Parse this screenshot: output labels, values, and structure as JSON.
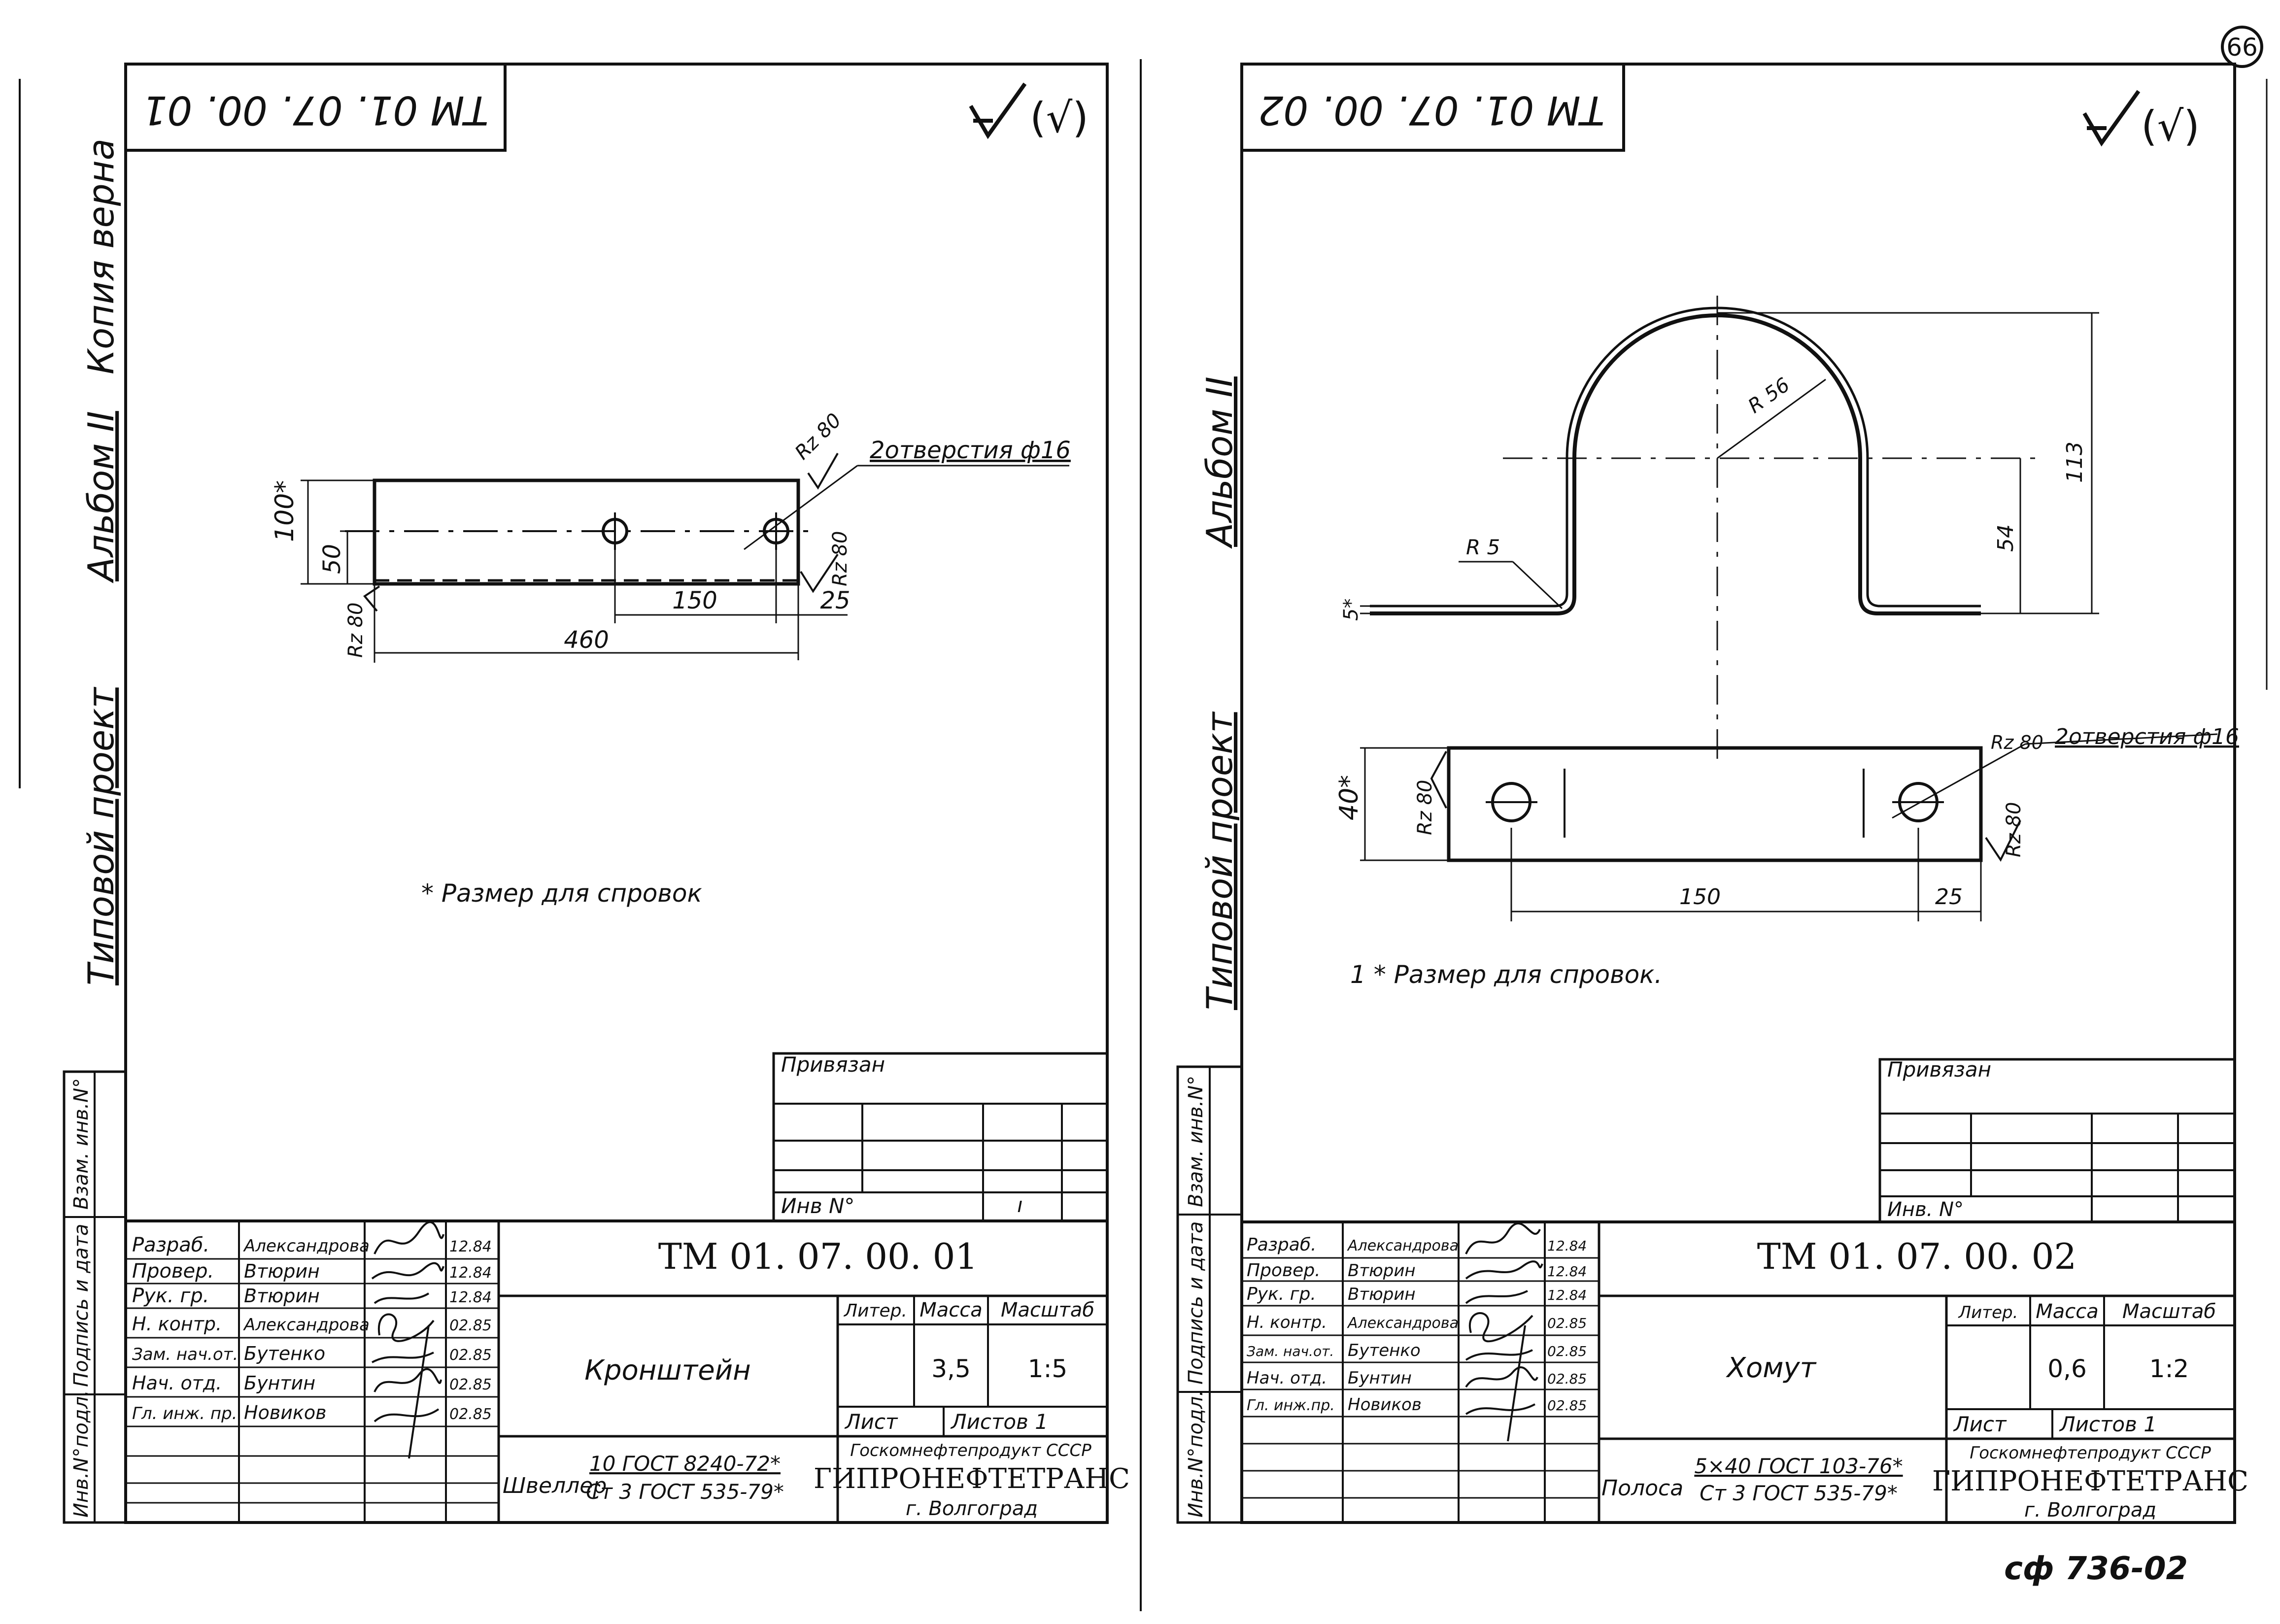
{
  "page_number": "66",
  "album_label": "Альбом II",
  "project_label": "Типовой проект",
  "copy_note": "Копия верна",
  "footer_code": "сф 736-02",
  "side_stamp": {
    "inv_no": "Инв.N°подл.",
    "sign_date": "Подпись и дата",
    "replace_inv": "Взам. инв.N°"
  },
  "sheets": [
    {
      "corner_code": "ТМ 01. 07. 00. 01",
      "roughness": "(√)",
      "drawing": {
        "dim_100": "100*",
        "dim_50": "50",
        "dim_150": "150",
        "dim_25": "25",
        "dim_460": "460",
        "rz_top": "Rz 80",
        "rz_right": "Rz 80",
        "rz_left": "Rz 80",
        "holes_note": "2отверстия ф16"
      },
      "footnote": "* Размер для спровок",
      "title_block": {
        "privyazan": "Привязан",
        "inv_no": "Инв N°",
        "inv_mark": "ı",
        "designation": "ТМ 01. 07. 00. 01",
        "roles": [
          {
            "role": "Разраб.",
            "name": "Александрова",
            "date": "12.84"
          },
          {
            "role": "Провер.",
            "name": "Втюрин",
            "date": "12.84"
          },
          {
            "role": "Рук. гр.",
            "name": "Втюрин",
            "date": "12.84"
          },
          {
            "role": "Н. контр.",
            "name": "Александрова",
            "date": "02.85"
          },
          {
            "role": "Зам. нач.от.",
            "name": "Бутенко",
            "date": "02.85"
          },
          {
            "role": "Нач. отд.",
            "name": "Бунтин",
            "date": "02.85"
          },
          {
            "role": "Гл. инж. пр.",
            "name": "Новиков",
            "date": "02.85"
          }
        ],
        "part_name": "Кронштейн",
        "headers": {
          "liter": "Литер.",
          "mass": "Масса",
          "scale": "Масштаб"
        },
        "mass": "3,5",
        "scale": "1:5",
        "sheet": "Лист",
        "sheets_total": "Листов 1",
        "material_prefix": "Швеллер",
        "material_top": "10 ГОСТ 8240-72*",
        "material_bottom": "Ст 3 ГОСТ 535-79*",
        "org_top": "Госкомнефтепродукт СССР",
        "org_name": "ГИПРОНЕФТЕТРАНС",
        "org_city": "г. Волгоград"
      }
    },
    {
      "corner_code": "ТМ 01. 07. 00. 02",
      "roughness": "(√)",
      "drawing": {
        "r56": "R 56",
        "r5": "R 5",
        "dim_5": "5*",
        "dim_113": "113",
        "dim_54": "54",
        "dim_40": "40*",
        "rz_left": "Rz 80",
        "rz_top": "Rz 80",
        "rz_right": "Rz 80",
        "holes_note": "2отверстия ф16",
        "dim_150": "150",
        "dim_25": "25"
      },
      "footnote": "1 * Размер для спровок.",
      "title_block": {
        "privyazan": "Привязан",
        "inv_no": "Инв. N°",
        "designation": "ТМ 01. 07. 00. 02",
        "roles": [
          {
            "role": "Разраб.",
            "name": "Александрова",
            "date": "12.84"
          },
          {
            "role": "Провер.",
            "name": "Втюрин",
            "date": "12.84"
          },
          {
            "role": "Рук. гр.",
            "name": "Втюрин",
            "date": "12.84"
          },
          {
            "role": "Н. контр.",
            "name": "Александрова",
            "date": "02.85"
          },
          {
            "role": "Зам. нач.от.",
            "name": "Бутенко",
            "date": "02.85"
          },
          {
            "role": "Нач. отд.",
            "name": "Бунтин",
            "date": "02.85"
          },
          {
            "role": "Гл. инж.пр.",
            "name": "Новиков",
            "date": "02.85"
          }
        ],
        "part_name": "Хомут",
        "headers": {
          "liter": "Литер.",
          "mass": "Масса",
          "scale": "Масштаб"
        },
        "mass": "0,6",
        "scale": "1:2",
        "sheet": "Лист",
        "sheets_total": "Листов 1",
        "material_prefix": "Полоса",
        "material_top": "5×40 ГОСТ 103-76*",
        "material_bottom": "Ст 3 ГОСТ 535-79*",
        "org_top": "Госкомнефтепродукт СССР",
        "org_name": "ГИПРОНЕФТЕТРАНС",
        "org_city": "г. Волгоград"
      }
    }
  ]
}
